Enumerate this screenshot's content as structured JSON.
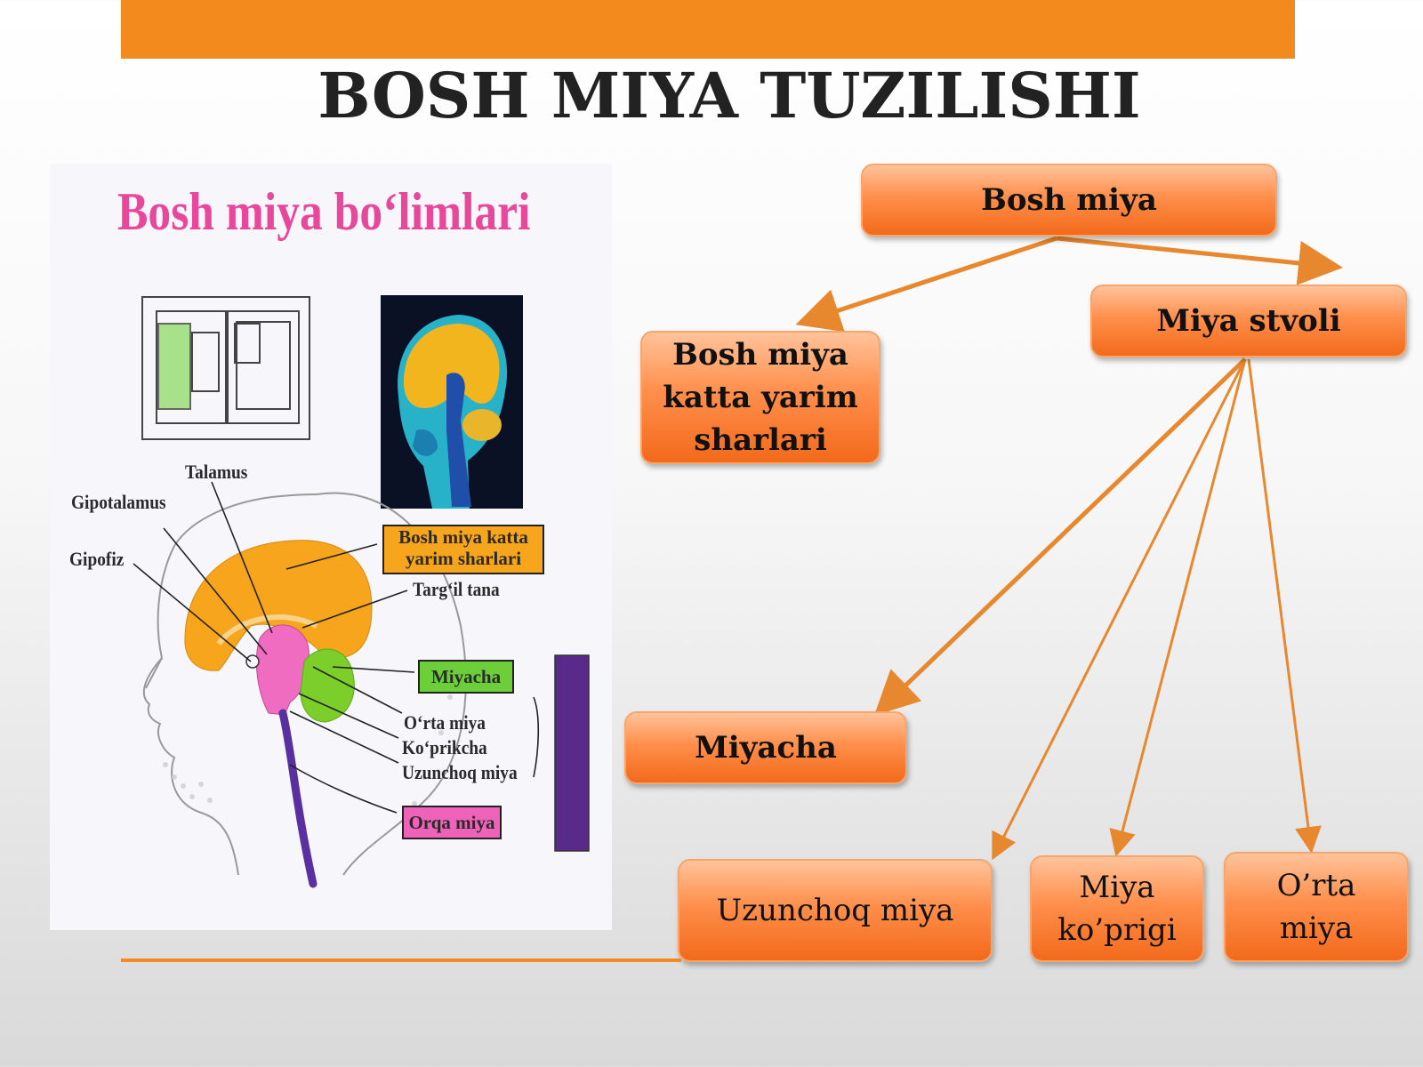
{
  "slide": {
    "title": "BOSH MIYA TUZILISHI",
    "accent_color": "#f28a1d"
  },
  "figure": {
    "title": "Bosh miya bo‘limlari",
    "labels": {
      "talamus": "Talamus",
      "gipotalamus": "Gipotalamus",
      "gipofiz": "Gipofiz",
      "hemispheres": "Bosh miya katta yarim sharlari",
      "corpus": "Targ‘il tana",
      "cerebellum": "Miyacha",
      "midbrain": "O‘rta miya",
      "pons": "Ko‘prikcha",
      "medulla": "Uzunchoq miya",
      "spinal": "Orqa miya"
    },
    "colors": {
      "cerebrum": "#f7a51c",
      "cerebellum": "#7ccf2a",
      "thalamus": "#f06cc0",
      "spinal": "#5a2fa0",
      "stem_bar": "#5a2a8a"
    }
  },
  "diagram": {
    "root": "Bosh miya",
    "hemispheres": "Bosh miya katta yarim sharlari",
    "stem": "Miya stvoli",
    "cerebellum": "Miyacha",
    "medulla": "Uzunchoq miya",
    "pons": "Miya ko’prigi",
    "midbrain": "O’rta miya"
  }
}
